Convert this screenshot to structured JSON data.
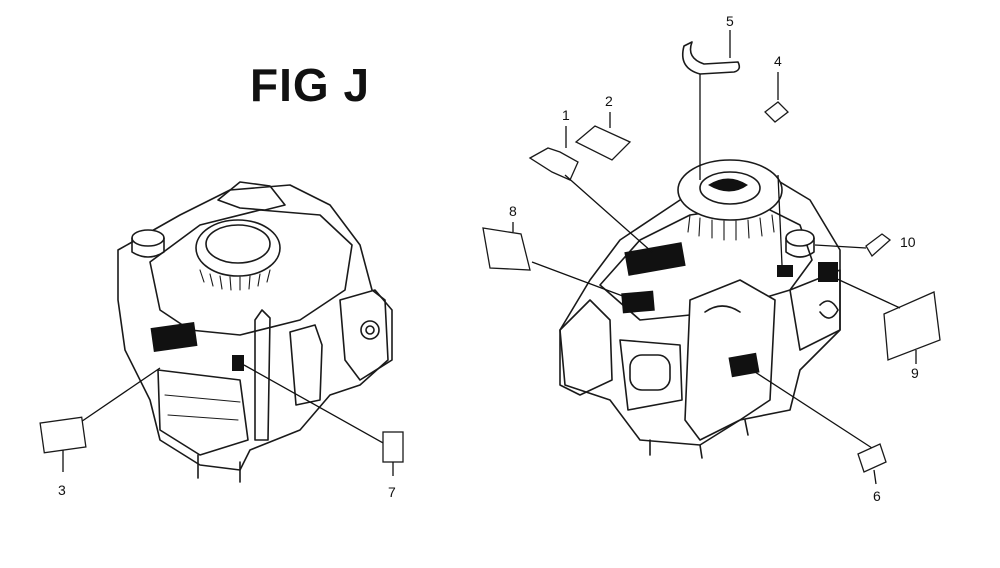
{
  "figure": {
    "title": "FIG J"
  },
  "callouts": {
    "c1": "1",
    "c2": "2",
    "c3": "3",
    "c4": "4",
    "c5": "5",
    "c6": "6",
    "c7": "7",
    "c8": "8",
    "c9": "9",
    "c10": "10"
  },
  "colors": {
    "ink": "#111111",
    "background": "#ffffff"
  }
}
